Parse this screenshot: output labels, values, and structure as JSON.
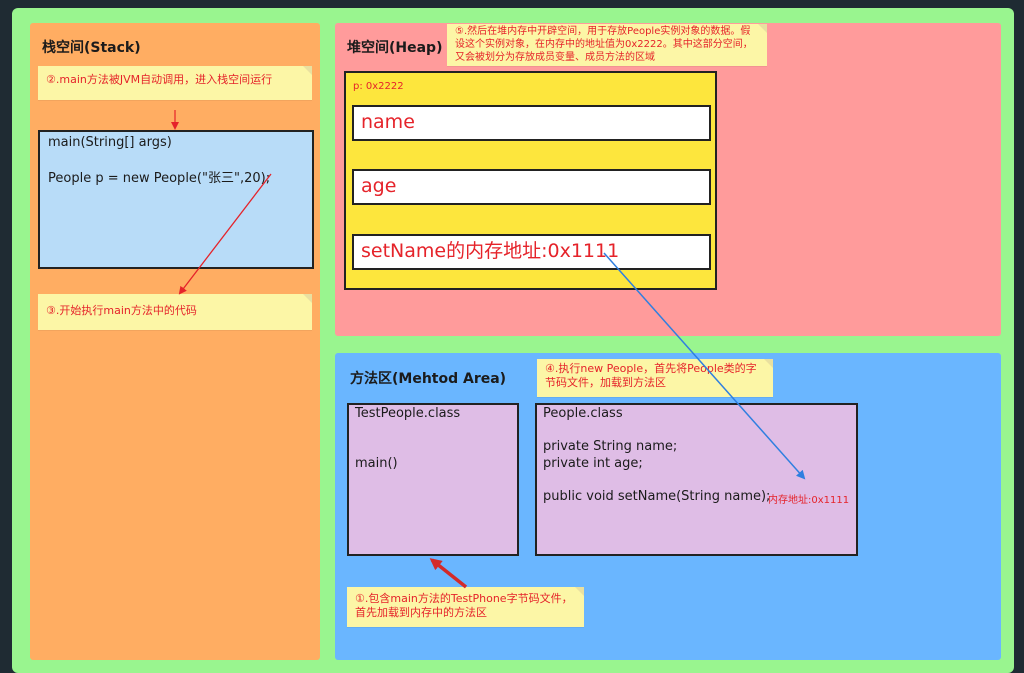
{
  "stack": {
    "title": "栈空间(Stack)",
    "note2": "②.main方法被JVM自动调用，进入栈空间运行",
    "frame_line1": "main(String[] args)",
    "frame_line2": "People p = new People(\"张三\",20);",
    "note3": "③.开始执行main方法中的代码"
  },
  "heap": {
    "title": "堆空间(Heap)",
    "note5": "⑤.然后在堆内存中开辟空间，用于存放People实例对象的数据。假设这个实例对象，在内存中的地址值为0x2222。其中这部分空间，又会被划分为存放成员变量、成员方法的区域",
    "address": "p: 0x2222",
    "fields": [
      "name",
      "age",
      "setName的内存地址:0x1111"
    ]
  },
  "method_area": {
    "title": "方法区(Mehtod Area)",
    "note4": "④.执行new People，首先将People类的字节码文件，加载到方法区",
    "testpeople": {
      "title": "TestPeople.class",
      "method": "main()"
    },
    "people": {
      "title": "People.class",
      "field1": "private String name;",
      "field2": "private int age;",
      "method": "public void setName(String name);",
      "mem_address": "内存地址:0x1111"
    },
    "note1": "①.包含main方法的TestPhone字节码文件，首先加载到内存中的方法区"
  },
  "colors": {
    "canvas": "#99f58f",
    "stack": "#ffad62",
    "heap": "#ff9b9b",
    "method_area": "#6ab6ff",
    "note": "#fcf6a6",
    "accent_red": "#e5232a",
    "arrow_blue": "#2f7fe0"
  }
}
